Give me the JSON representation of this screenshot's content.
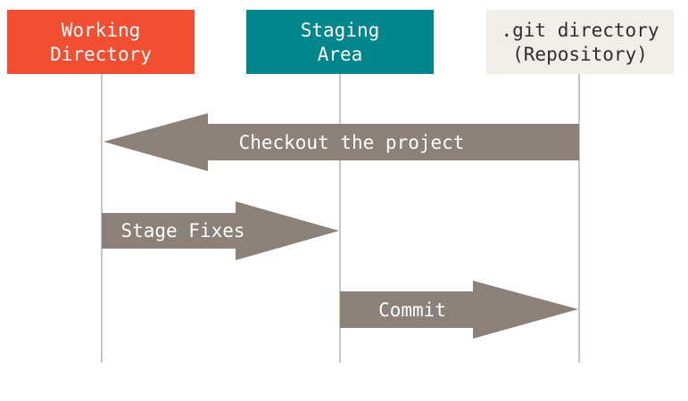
{
  "colors": {
    "background": "#ffffff",
    "working_box": "#f14e32",
    "staging_box": "#00868b",
    "repo_box": "#efeee8",
    "box_text_light": "#ffffff",
    "box_text_dark": "#2f2f2f",
    "lifeline": "#b5b3ad",
    "arrow_fill": "#8b8178",
    "arrow_text": "#ffffff"
  },
  "columns": {
    "working": {
      "line1": "Working",
      "line2": "Directory"
    },
    "staging": {
      "line1": "Staging",
      "line2": "Area"
    },
    "repo": {
      "line1": ".git directory",
      "line2": "(Repository)"
    }
  },
  "arrows": {
    "checkout": {
      "label": "Checkout the project"
    },
    "stage": {
      "label": "Stage Fixes"
    },
    "commit": {
      "label": "Commit"
    }
  }
}
